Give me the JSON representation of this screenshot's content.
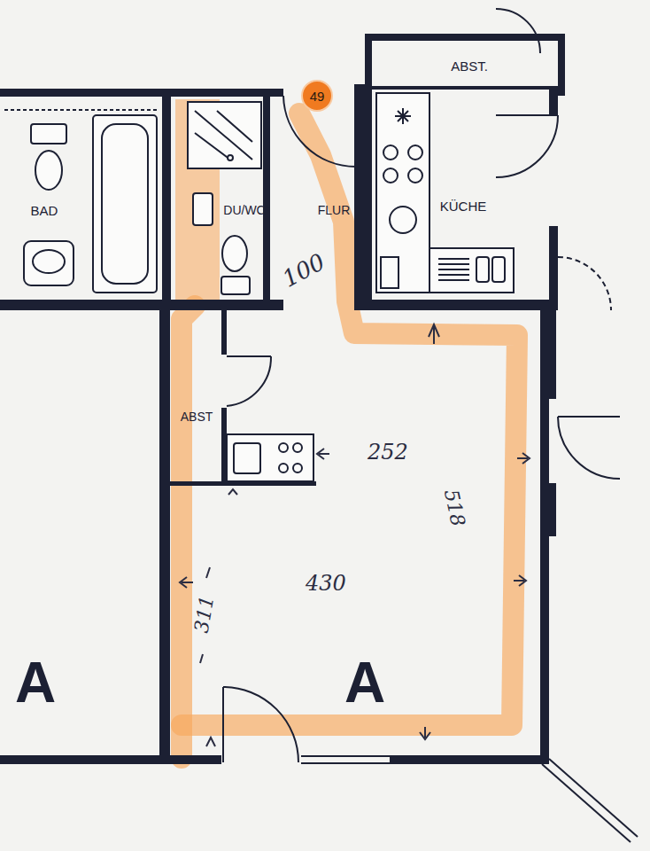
{
  "diagram": {
    "nodes": [
      {
        "text": [
          "ABST."
        ]
      },
      {
        "text": [
          "49"
        ]
      },
      {
        "text": [
          "BAD"
        ]
      },
      {
        "text": [
          "DU/WC"
        ]
      },
      {
        "text": [
          "FLUR"
        ]
      },
      {
        "text": [
          "KÜCHE"
        ]
      },
      {
        "text": [
          "ABST"
        ]
      },
      {
        "text": [
          "A"
        ]
      },
      {
        "text": [
          "A"
        ]
      }
    ],
    "labels": [
      "100",
      "252",
      "518",
      "430",
      "311"
    ]
  }
}
